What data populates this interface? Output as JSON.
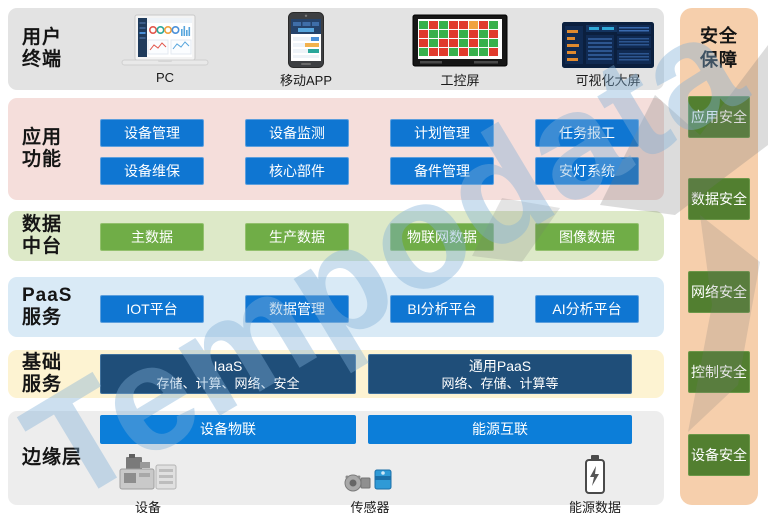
{
  "watermark": {
    "text": "Tempodata"
  },
  "palette": {
    "blue_block": "#0f76d2",
    "bright_blue_bar": "#0c7ed9",
    "green_block": "#70ad47",
    "navy_block": "#1f4e79",
    "security_green": "#527f30",
    "security_bg": "#f6cfac",
    "row_terminals_bg": "#e3e3e3",
    "row_apps_bg": "#f5dedb",
    "row_data_bg": "#dde9c8",
    "row_paas_bg": "#d9eaf6",
    "row_infra_bg": "#fdf3d2",
    "row_edge_bg": "#ededed"
  },
  "terminals": {
    "label": "用户\n终端",
    "items": [
      {
        "label": "PC",
        "icon": "pc-laptop-icon"
      },
      {
        "label": "移动APP",
        "icon": "mobile-phone-icon"
      },
      {
        "label": "工控屏",
        "icon": "industrial-control-screen-icon"
      },
      {
        "label": "可视化大屏",
        "icon": "visualization-dashboard-icon"
      }
    ]
  },
  "applications": {
    "label": "应用\n功能",
    "buttons": [
      "设备管理",
      "设备监测",
      "计划管理",
      "任务报工",
      "设备维保",
      "核心部件",
      "备件管理",
      "安灯系统"
    ]
  },
  "data_platform": {
    "label": "数据\n中台",
    "buttons": [
      "主数据",
      "生产数据",
      "物联网数据",
      "图像数据"
    ]
  },
  "paas": {
    "label": "PaaS\n服务",
    "buttons": [
      "IOT平台",
      "数据管理",
      "BI分析平台",
      "AI分析平台"
    ]
  },
  "infrastructure": {
    "label": "基础\n服务",
    "boxes": [
      {
        "title": "IaaS",
        "subtitle": "存储、计算、网络、安全"
      },
      {
        "title": "通用PaaS",
        "subtitle": "网络、存储、计算等"
      }
    ]
  },
  "edge": {
    "label": "边缘层",
    "bars": [
      "设备物联",
      "能源互联"
    ],
    "items": [
      {
        "label": "设备",
        "icon": "machine-icon"
      },
      {
        "label": "传感器",
        "icon": "sensor-icon"
      },
      {
        "label": "能源数据",
        "icon": "battery-energy-icon"
      }
    ]
  },
  "security": {
    "title": "安全\n保障",
    "items": [
      "应用安全",
      "数据安全",
      "网络安全",
      "控制安全",
      "设备安全"
    ]
  }
}
